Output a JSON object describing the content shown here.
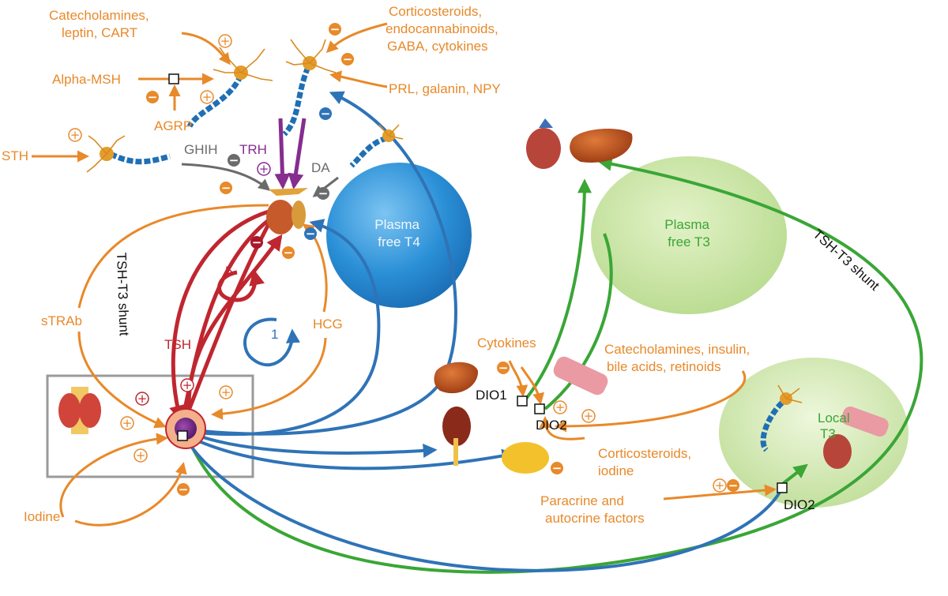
{
  "labels": {
    "catecholamines_leptin_cart": [
      "Catecholamines,",
      "leptin, CART"
    ],
    "alpha_msh": "Alpha-MSH",
    "agrp": "AGRP",
    "sth": "STH",
    "ghih": "GHIH",
    "trh": "TRH",
    "da": "DA",
    "corticosteroids_top": [
      "Corticosteroids,",
      "endocannabinoids,",
      "GABA, cytokines"
    ],
    "prl_galanin_npy": "PRL, galanin, NPY",
    "plasma_free_t4": [
      "Plasma",
      "free T4"
    ],
    "plasma_free_t3": [
      "Plasma",
      "free T3"
    ],
    "tsh_t3_shunt_left": "TSH-T3 shunt",
    "tsh_t3_shunt_right": "TSH-T3 shunt",
    "tsh": "TSH",
    "strab": "sTRAb",
    "hcg": "HCG",
    "loop_5": "5",
    "loop_1": "1",
    "cytokines": "Cytokines",
    "dio1": "DIO1",
    "dio2_mid": "DIO2",
    "catecholamines_insulin": [
      "Catecholamines, insulin,",
      "bile acids, retinoids"
    ],
    "corticosteroids_iodine": [
      "Corticosteroids,",
      "iodine"
    ],
    "iodine": "Iodine",
    "local_t3": [
      "Local",
      "T3"
    ],
    "paracrine": [
      "Paracrine and",
      "autocrine factors"
    ],
    "dio2_right": "DIO2"
  },
  "signs": {
    "plus": "+",
    "minus": "−"
  },
  "colors": {
    "orange": "#e8892a",
    "blue": "#2f73b7",
    "green": "#3aa636",
    "red": "#c0262f",
    "purple": "#862d8e",
    "gray": "#6b6b6b"
  }
}
